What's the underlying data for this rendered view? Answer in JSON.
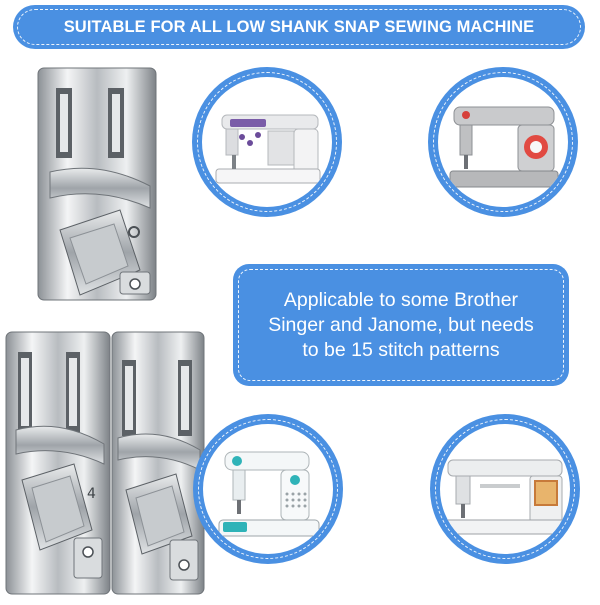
{
  "banner": {
    "title": "SUITABLE FOR ALL LOW SHANK SNAP SEWING MACHINE"
  },
  "info": {
    "line1": "Applicable to some Brother",
    "line2": "Singer and Janome, but needs",
    "line3": "to be 15 stitch patterns"
  },
  "feet": {
    "number_label": "4"
  },
  "colors": {
    "accent": "#4a90e2",
    "background": "#ffffff",
    "text_on_accent": "#ffffff"
  },
  "icons": [
    "sewing-machine-purple-icon",
    "sewing-machine-gray-icon",
    "sewing-machine-teal-icon",
    "sewing-machine-computer-icon",
    "presser-foot-icon"
  ]
}
